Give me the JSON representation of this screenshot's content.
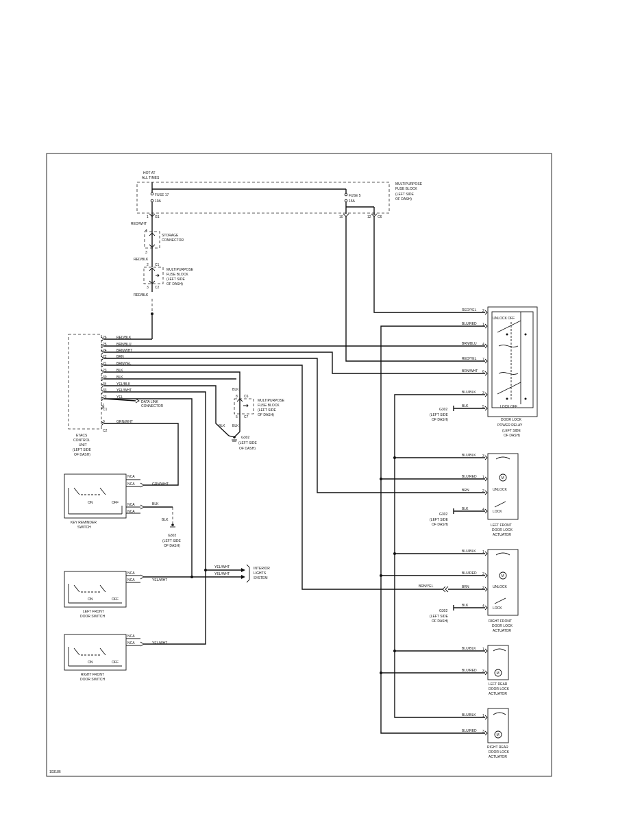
{
  "diagram_id": "103186",
  "power": {
    "hot_label_1": "HOT AT",
    "hot_label_2": "ALL TIMES",
    "fuse17": "FUSE 17",
    "fuse17_amp": "10A",
    "fuse5": "FUSE 5",
    "fuse5_amp": "15A",
    "fuse_block_1": "MULTIPURPOSE",
    "fuse_block_2": "FUSE BLOCK",
    "fuse_block_3": "(LEFT SIDE",
    "fuse_block_4": "OF DASH)",
    "pin_1": "1",
    "pin_g1": "G1",
    "pin_10": "10",
    "pin_12": "12",
    "pin_c6": "C6"
  },
  "storage": {
    "wire_top": "RED/WHT",
    "pin_4": "4",
    "pin_3": "3",
    "label_1": "STORAGE",
    "label_2": "CONNECTOR",
    "wire_bottom": "RED/BLK"
  },
  "fuse_block_mid": {
    "pin_2": "2",
    "pin_c1": "C1",
    "pin_3": "3",
    "pin_c2": "C2",
    "label_1": "MULTIPURPOSE",
    "label_2": "FUSE BLOCK",
    "label_3": "(LEFT SIDE",
    "label_4": "OF DASH)",
    "wire_out": "RED/BLK"
  },
  "etacs": {
    "label_1": "ETACS",
    "label_2": "CONTROL",
    "label_3": "UNIT",
    "label_4": "(LEFT SIDE",
    "label_5": "OF DASH)",
    "c1": "C1",
    "c2": "C2",
    "pins": [
      {
        "pin": "26",
        "wire": "RED/BLK"
      },
      {
        "pin": "25",
        "wire": "BRN/BLU"
      },
      {
        "pin": "24",
        "wire": "BRN/WHT"
      },
      {
        "pin": "22",
        "wire": "BRN"
      },
      {
        "pin": "21",
        "wire": "BRN/YEL"
      },
      {
        "pin": "23",
        "wire": "BLK"
      },
      {
        "pin": "30",
        "wire": "BLK"
      },
      {
        "pin": "34",
        "wire": "YEL/BLK"
      },
      {
        "pin": "33",
        "wire": "YEL/WHT"
      },
      {
        "pin": "23",
        "wire": "YEL"
      },
      {
        "pin": "1",
        "wire": ""
      },
      {
        "pin": "9",
        "wire": "GRN/WHT"
      }
    ],
    "dlc_1": "DATA LINK",
    "dlc_2": "CONNECTOR"
  },
  "fuse_block_c6": {
    "wire": "BLK",
    "pin_8": "8",
    "pin_c6": "C6",
    "pin_5": "5",
    "pin_c7": "C7",
    "label_1": "MULTIPURPOSE",
    "label_2": "FUSE BLOCK",
    "label_3": "(LEFT SIDE",
    "label_4": "OF DASH)",
    "blk_left": "BLK",
    "blk_right": "BLK",
    "ground": "G302",
    "ground_2": "(LEFT SIDE",
    "ground_3": "OF DASH)"
  },
  "relay": {
    "label_1": "DOOR LOCK",
    "label_2": "POWER RELAY",
    "label_3": "(LEFT SIDE",
    "label_4": "OF DASH)",
    "unlock_off": "UNLOCK OFF",
    "lock_off": "LOCK OFF",
    "pins": [
      {
        "pin": "2",
        "wire": "RED/YEL"
      },
      {
        "pin": "1",
        "wire": "BLU/RED"
      },
      {
        "pin": "4",
        "wire": "BRN/BLU"
      },
      {
        "pin": "7",
        "wire": "RED/YEL"
      },
      {
        "pin": "6",
        "wire": "BRN/WHT"
      },
      {
        "pin": "3",
        "wire": "BLU/BLK"
      },
      {
        "pin": "5",
        "wire": "BLK"
      }
    ],
    "ground": "G302",
    "ground_2": "(LEFT SIDE",
    "ground_3": "OF DASH)"
  },
  "lf_actuator": {
    "label_1": "LEFT FRONT",
    "label_2": "DOOR LOCK",
    "label_3": "ACTUATOR",
    "unlock": "UNLOCK",
    "lock": "LOCK",
    "motor": "M",
    "pins": [
      {
        "pin": "3",
        "wire": "BLU/BLK"
      },
      {
        "pin": "1",
        "wire": "BLU/RED"
      },
      {
        "pin": "2",
        "wire": "BRN"
      },
      {
        "pin": "4",
        "wire": "BLK"
      }
    ],
    "ground": "G302",
    "ground_2": "(LEFT SIDE",
    "ground_3": "OF DASH)"
  },
  "rf_actuator": {
    "label_1": "RIGHT FRONT",
    "label_2": "DOOR LOCK",
    "label_3": "ACTUATOR",
    "unlock": "UNLOCK",
    "lock": "LOCK",
    "motor": "M",
    "wire_in": "BRN/YEL",
    "pins": [
      {
        "pin": "1",
        "wire": "BLU/BLK"
      },
      {
        "pin": "3",
        "wire": "BLU/RED"
      },
      {
        "pin": "2",
        "wire": "BRN"
      },
      {
        "pin": "4",
        "wire": "BLK"
      }
    ],
    "ground": "G302",
    "ground_2": "(LEFT SIDE",
    "ground_3": "OF DASH)"
  },
  "lr_actuator": {
    "label_1": "LEFT REAR",
    "label_2": "DOOR LOCK",
    "label_3": "ACTUATOR",
    "motor": "M",
    "pins": [
      {
        "pin": "1",
        "wire": "BLU/BLK"
      },
      {
        "pin": "3",
        "wire": "BLU/RED"
      }
    ]
  },
  "rr_actuator": {
    "label_1": "RIGHT REAR",
    "label_2": "DOOR LOCK",
    "label_3": "ACTUATOR",
    "motor": "M",
    "pins": [
      {
        "pin": "1",
        "wire": "BLU/BLK"
      },
      {
        "pin": "3",
        "wire": "BLU/RED"
      }
    ]
  },
  "key_switch": {
    "label_1": "KEY REMINDER",
    "label_2": "SWITCH",
    "on": "ON",
    "off": "OFF",
    "nca_1": "NCA",
    "nca_2": "NCA",
    "nca_3": "NCA",
    "nca_4": "NCA",
    "wire_1": "GRN/WHT",
    "wire_2": "BLK",
    "wire_3": "BLK",
    "ground": "G302",
    "ground_2": "(LEFT SIDE",
    "ground_3": "OF DASH)"
  },
  "lf_door_switch": {
    "label_1": "LEFT FRONT",
    "label_2": "DOOR SWITCH",
    "on": "ON",
    "off": "OFF",
    "nca_1": "NCA",
    "nca_2": "NCA",
    "wire": "YEL/WHT"
  },
  "rf_door_switch": {
    "label_1": "RIGHT FRONT",
    "label_2": "DOOR SWITCH",
    "on": "ON",
    "off": "OFF",
    "nca_1": "NCA",
    "nca_2": "NCA",
    "wire": "YEL/WHT"
  },
  "interior": {
    "wire_1": "YEL/WHT",
    "wire_2": "YEL/WHT",
    "label_1": "INTERIOR",
    "label_2": "LIGHTS",
    "label_3": "SYSTEM"
  }
}
